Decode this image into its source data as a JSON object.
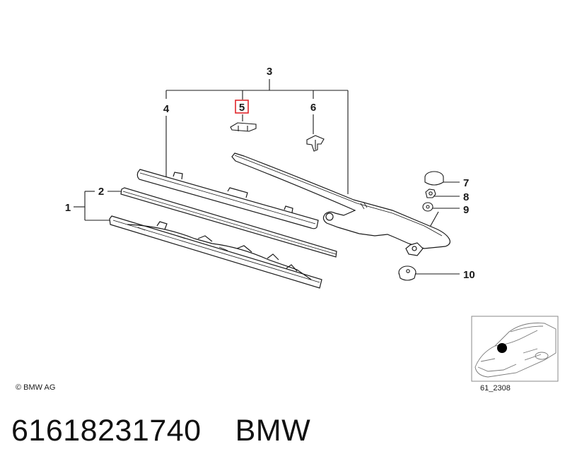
{
  "callouts": {
    "c1": "1",
    "c2": "2",
    "c3": "3",
    "c4": "4",
    "c5": "5",
    "c6": "6",
    "c7": "7",
    "c8": "8",
    "c9": "9",
    "c10": "10"
  },
  "highlighted_callout": "5",
  "highlight_color": "#e0262b",
  "copyright": "© BMW AG",
  "diagram_code": "61_2308",
  "part_number": "61618231740",
  "brand": "BMW"
}
